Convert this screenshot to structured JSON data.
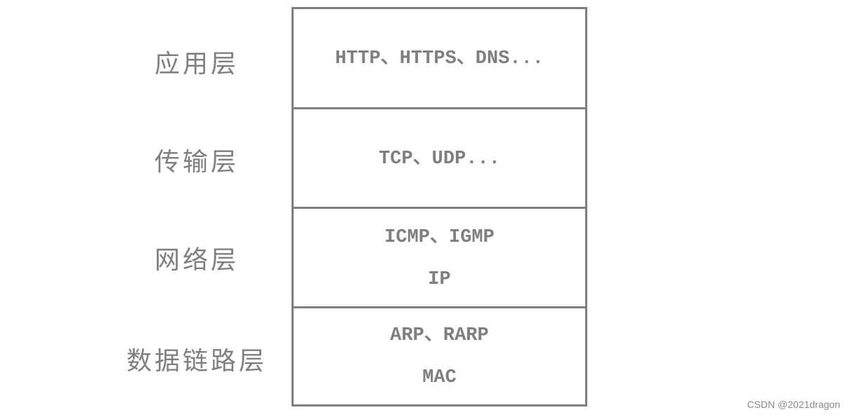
{
  "layers": [
    {
      "name": "应用层",
      "protocols": [
        "HTTP、HTTPS、DNS..."
      ]
    },
    {
      "name": "传输层",
      "protocols": [
        "TCP、UDP..."
      ]
    },
    {
      "name": "网络层",
      "protocols": [
        "ICMP、IGMP",
        "IP"
      ]
    },
    {
      "name": "数据链路层",
      "protocols": [
        "ARP、RARP",
        "MAC"
      ]
    }
  ],
  "watermark": "CSDN @2021dragon",
  "colors": {
    "stroke": "#7f7f7f",
    "text": "#7f7f7f"
  }
}
